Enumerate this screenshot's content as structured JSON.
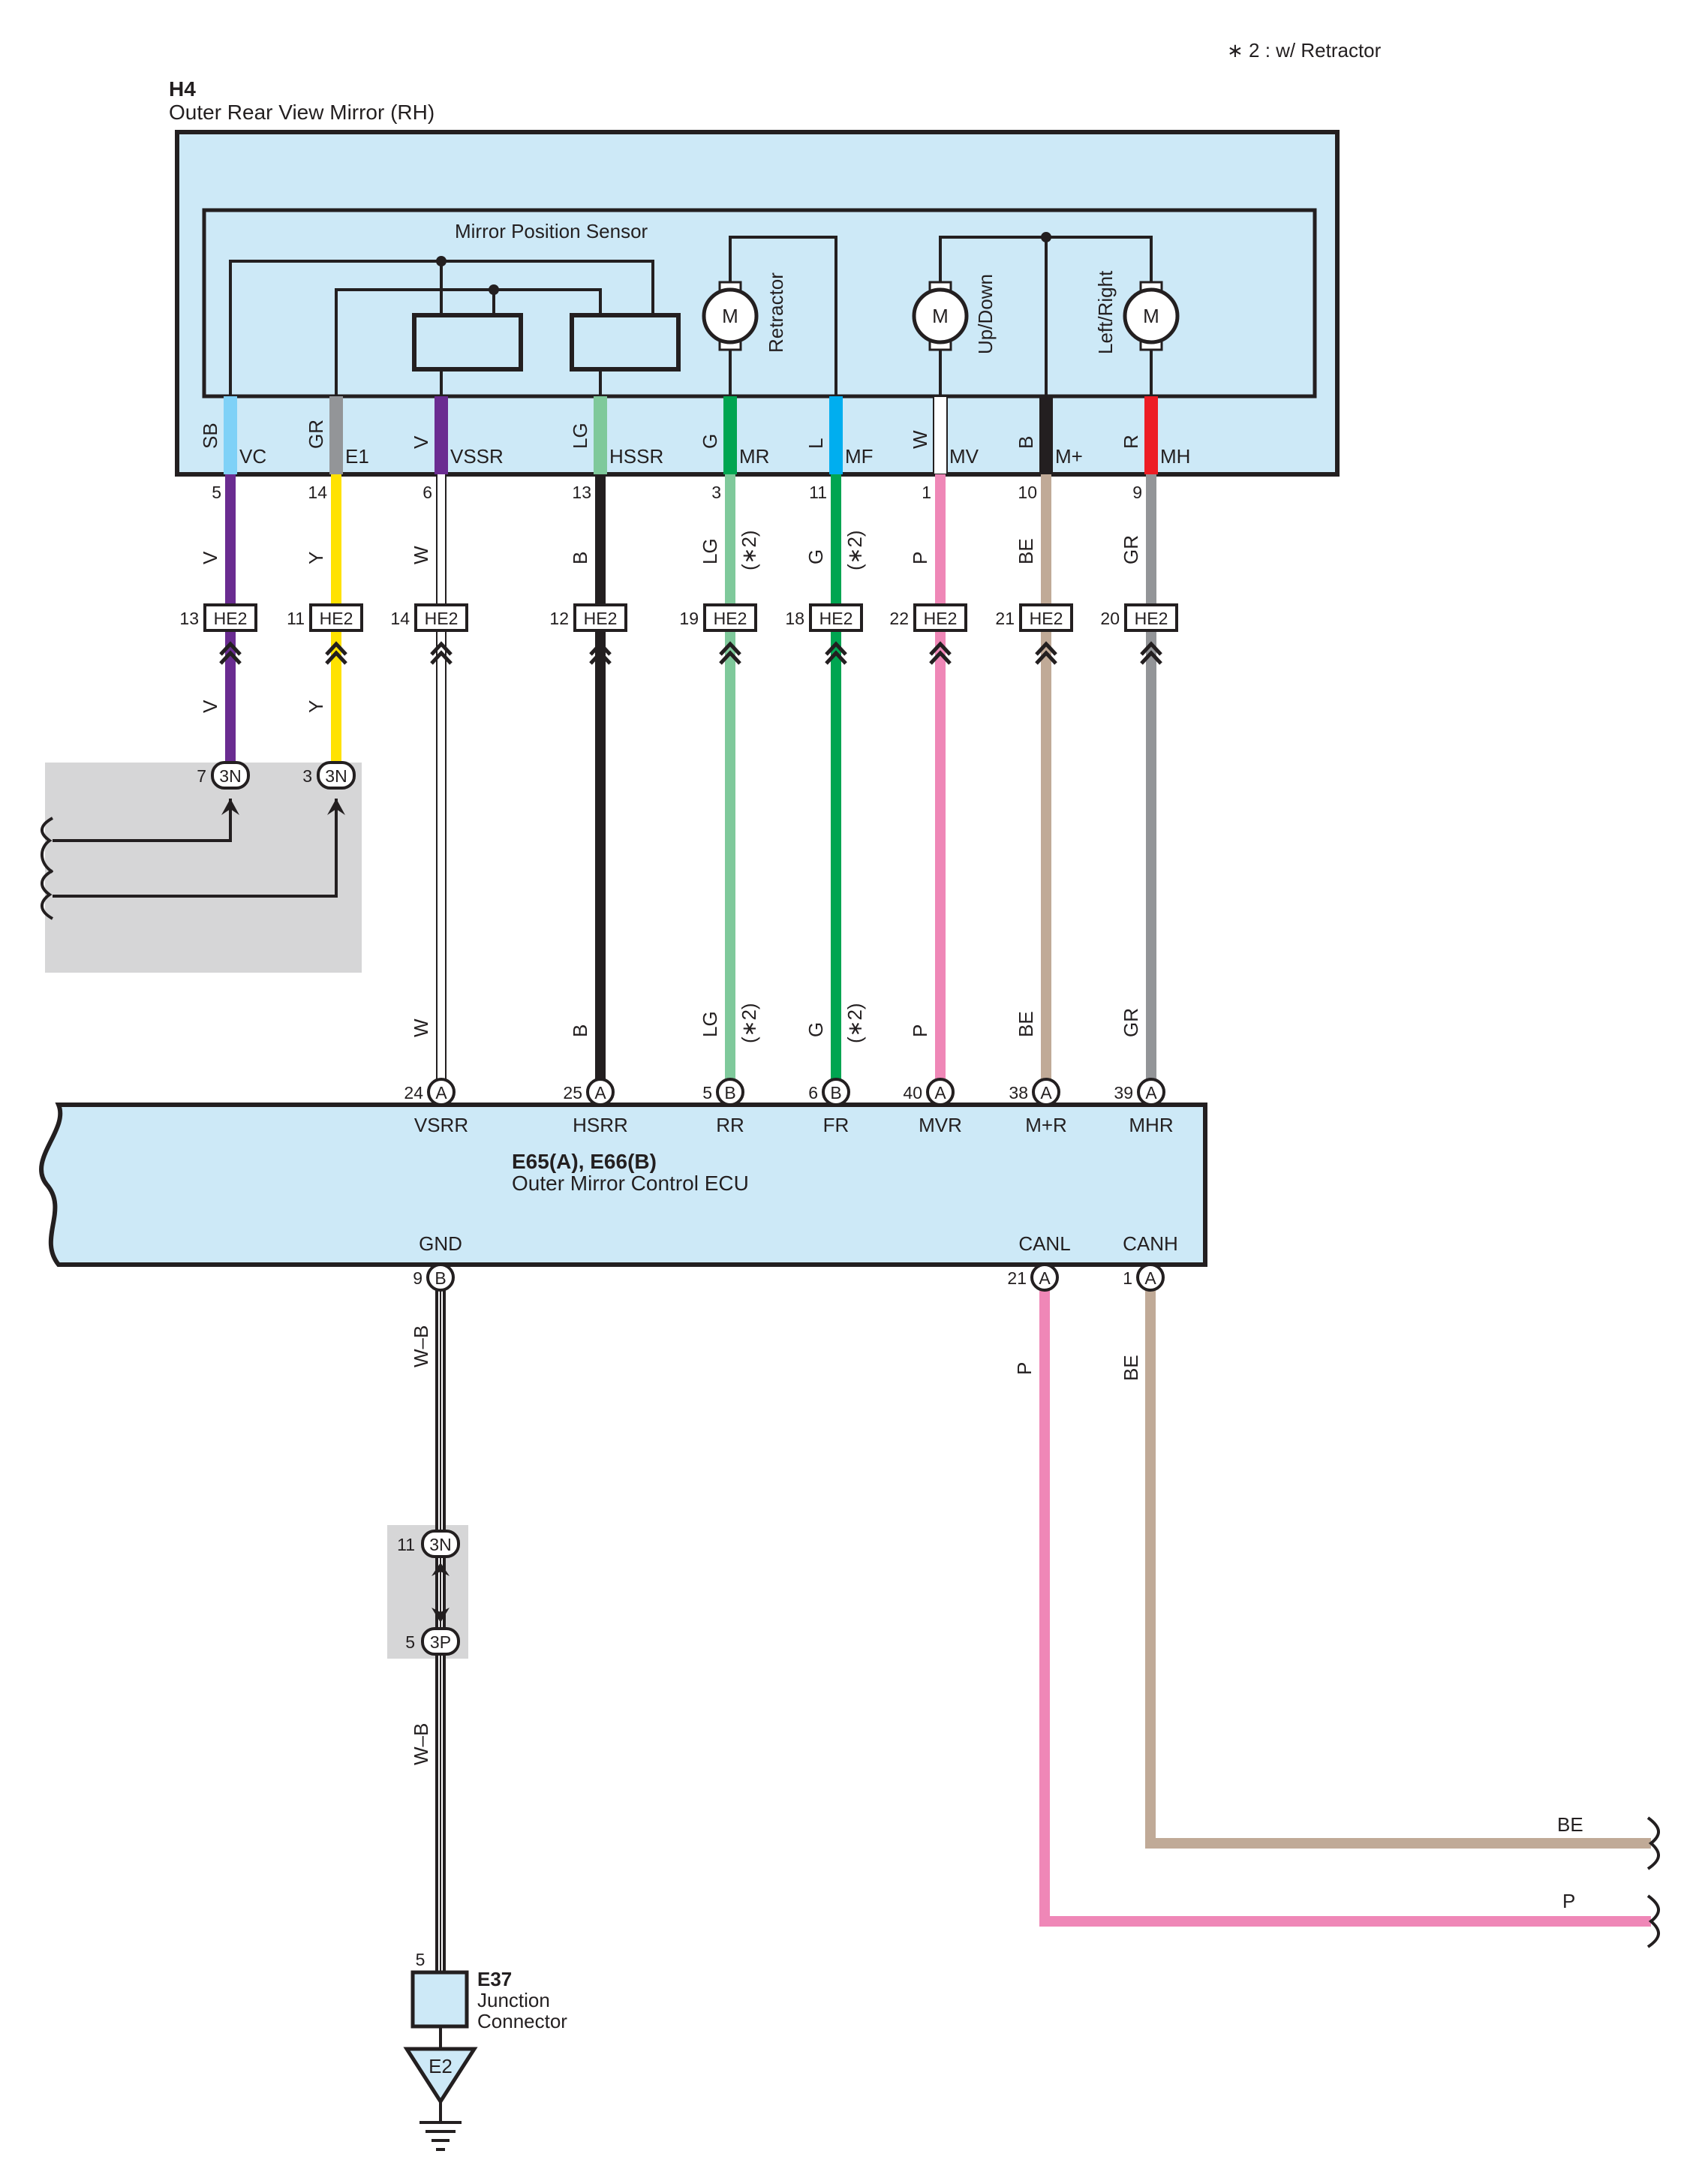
{
  "note": "∗ 2 : w/ Retractor",
  "mirror": {
    "code": "H4",
    "name": "Outer Rear View Mirror (RH)",
    "sensor_label": "Mirror Position Sensor",
    "motor_symbol": "M",
    "motors": [
      "Retractor",
      "Up/Down",
      "Left/Right"
    ]
  },
  "ecu": {
    "code": "E65(A), E66(B)",
    "name": "Outer Mirror Control ECU",
    "bottom_terms": [
      {
        "label": "GND",
        "pin": "9",
        "conn": "B"
      },
      {
        "label": "CANL",
        "pin": "21",
        "conn": "A"
      },
      {
        "label": "CANH",
        "pin": "1",
        "conn": "A"
      }
    ]
  },
  "connector_code": "HE2",
  "colors": {
    "V": "#6a2c91",
    "Y": "#ffe200",
    "W": "#ffffff",
    "B": "#231f20",
    "LG": "#7fc99b",
    "G": "#00a551",
    "P": "#ef87b7",
    "BE": "#c0aa97",
    "GR": "#939598",
    "SB": "#7fd1f7",
    "L": "#00aeef",
    "R": "#ed1c24"
  },
  "wires": [
    {
      "term": "VC",
      "top_color": "SB",
      "pin_h4": "5",
      "color": "V",
      "he2_pin": "13",
      "ecu_pin": "",
      "ecu_conn": "",
      "ecu_term": "",
      "retractor": false
    },
    {
      "term": "E1",
      "top_color": "GR",
      "pin_h4": "14",
      "color": "Y",
      "he2_pin": "11",
      "ecu_pin": "",
      "ecu_conn": "",
      "ecu_term": "",
      "retractor": false
    },
    {
      "term": "VSSR",
      "top_color": "V",
      "pin_h4": "6",
      "color": "W",
      "he2_pin": "14",
      "ecu_pin": "24",
      "ecu_conn": "A",
      "ecu_term": "VSRR",
      "retractor": false
    },
    {
      "term": "HSSR",
      "top_color": "LG",
      "pin_h4": "13",
      "color": "B",
      "he2_pin": "12",
      "ecu_pin": "25",
      "ecu_conn": "A",
      "ecu_term": "HSRR",
      "retractor": false
    },
    {
      "term": "MR",
      "top_color": "G",
      "pin_h4": "3",
      "color": "LG",
      "he2_pin": "19",
      "ecu_pin": "5",
      "ecu_conn": "B",
      "ecu_term": "RR",
      "retractor": true
    },
    {
      "term": "MF",
      "top_color": "L",
      "pin_h4": "11",
      "color": "G",
      "he2_pin": "18",
      "ecu_pin": "6",
      "ecu_conn": "B",
      "ecu_term": "FR",
      "retractor": true
    },
    {
      "term": "MV",
      "top_color": "W",
      "pin_h4": "1",
      "color": "P",
      "he2_pin": "22",
      "ecu_pin": "40",
      "ecu_conn": "A",
      "ecu_term": "MVR",
      "retractor": false
    },
    {
      "term": "M+",
      "top_color": "B",
      "pin_h4": "10",
      "color": "BE",
      "he2_pin": "21",
      "ecu_pin": "38",
      "ecu_conn": "A",
      "ecu_term": "M+R",
      "retractor": false
    },
    {
      "term": "MH",
      "top_color": "R",
      "pin_h4": "9",
      "color": "GR",
      "he2_pin": "20",
      "ecu_pin": "39",
      "ecu_conn": "A",
      "ecu_term": "MHR",
      "retractor": false
    }
  ],
  "star_note": "(∗2)",
  "conn_3n": {
    "code": "3N",
    "pins": [
      "7",
      "3"
    ]
  },
  "ground_path": {
    "wire_color": "W–B",
    "upper_pin": "11",
    "upper_conn": "3N",
    "lower_pin": "5",
    "lower_conn": "3P",
    "junction_pin": "5",
    "junction_code": "E37",
    "junction_name_1": "Junction",
    "junction_name_2": "Connector",
    "ground_code": "E2"
  },
  "can": {
    "canl_color": "P",
    "canh_color": "BE"
  }
}
